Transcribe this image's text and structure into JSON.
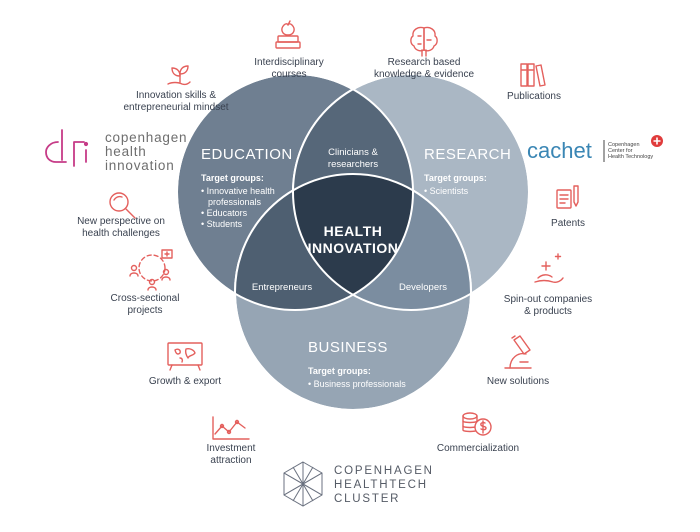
{
  "colors": {
    "education": "#6f7f91",
    "research": "#aab7c4",
    "business": "#96a5b4",
    "edu_res": "#566779",
    "edu_bus": "#4e5f71",
    "res_bus": "#7b8da0",
    "center": "#2c3b4c",
    "icon_accent": "#e4605d",
    "cphi_magenta": "#c63b87"
  },
  "circles": {
    "education": {
      "title": "EDUCATION",
      "target_label": "Target groups:",
      "targets": [
        "• Innovative health",
        "professionals",
        "• Educators",
        "• Students"
      ]
    },
    "research": {
      "title": "RESEARCH",
      "target_label": "Target groups:",
      "targets": [
        "• Scientists"
      ]
    },
    "business": {
      "title": "BUSINESS",
      "target_label": "Target groups:",
      "targets": [
        "• Business professionals"
      ]
    }
  },
  "overlaps": {
    "edu_res": [
      "Clinicians &",
      "researchers"
    ],
    "edu_bus": "Entrepreneurs",
    "res_bus": "Developers",
    "center": [
      "HEALTH",
      "INNOVATION"
    ]
  },
  "outer_items": [
    {
      "id": "interdisciplinary",
      "icon": "apple-books-icon",
      "lines": [
        "Interdisciplinary",
        "courses"
      ]
    },
    {
      "id": "research-based",
      "icon": "brain-icon",
      "lines": [
        "Research based",
        "knowledge & evidence"
      ]
    },
    {
      "id": "innovation-skills",
      "icon": "plant-hand-icon",
      "lines": [
        "Innovation skills &",
        "entrepreneurial mindset"
      ]
    },
    {
      "id": "publications",
      "icon": "books-icon",
      "lines": [
        "Publications"
      ]
    },
    {
      "id": "new-perspective",
      "icon": "magnifier-icon",
      "lines": [
        "New perspective on",
        "health challenges"
      ]
    },
    {
      "id": "patents",
      "icon": "document-pencil-icon",
      "lines": [
        "Patents"
      ]
    },
    {
      "id": "cross-sectional",
      "icon": "people-cycle-icon",
      "lines": [
        "Cross-sectional",
        "projects"
      ]
    },
    {
      "id": "spin-out",
      "icon": "hand-plus-icon",
      "lines": [
        "Spin-out companies",
        "& products"
      ]
    },
    {
      "id": "growth-export",
      "icon": "world-map-icon",
      "lines": [
        "Growth & export"
      ]
    },
    {
      "id": "new-solutions",
      "icon": "microscope-icon",
      "lines": [
        "New solutions"
      ]
    },
    {
      "id": "investment",
      "icon": "line-chart-icon",
      "lines": [
        "Investment",
        "attraction"
      ]
    },
    {
      "id": "commercialization",
      "icon": "coins-icon",
      "lines": [
        "Commercialization"
      ]
    }
  ],
  "logos": {
    "cphi": [
      "copenhagen",
      "health",
      "innovation"
    ],
    "cachet": {
      "word": "cachet",
      "sub": [
        "Copenhagen",
        "Center for",
        "Health Technology"
      ]
    },
    "cluster": [
      "COPENHAGEN",
      "HEALTHTECH",
      "CLUSTER"
    ]
  }
}
